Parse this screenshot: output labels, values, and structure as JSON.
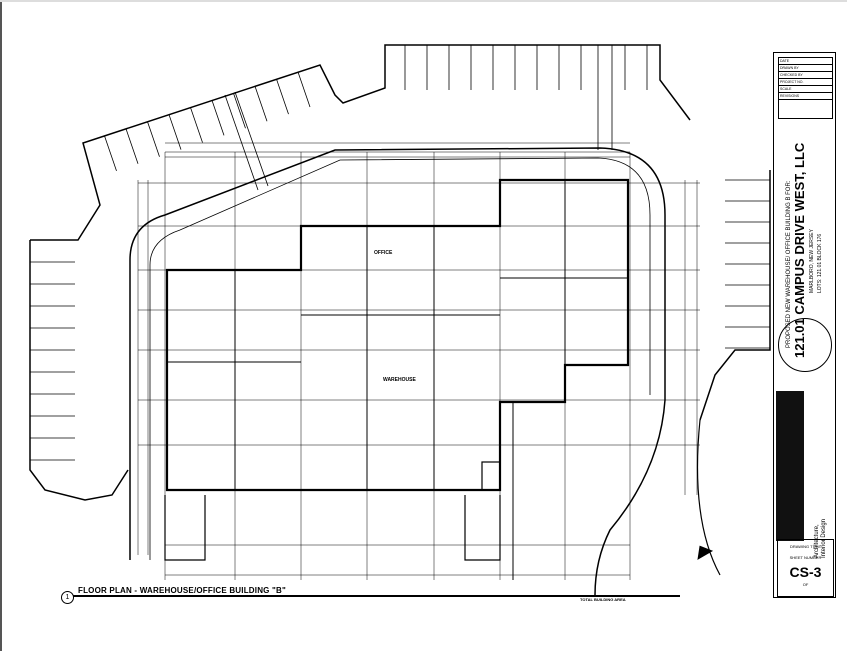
{
  "drawing": {
    "title": "FLOOR PLAN - WAREHOUSE/OFFICE BUILDING \"B\"",
    "detail_number": "1",
    "area_label": "TOTAL BUILDING AREA",
    "rooms": {
      "office": "OFFICE",
      "warehouse": "WAREHOUSE"
    },
    "north_arrow": "N"
  },
  "title_block": {
    "info_rows": [
      "DATE",
      "DRAWN BY",
      "CHECKED BY",
      "PROJECT NO.",
      "SCALE",
      "REVISIONS"
    ],
    "project_line": "PROPOSED NEW WAREHOUSE/ OFFICE BUILDING B FOR:",
    "client": "121.01 CAMPUS DRIVE WEST, LLC",
    "location": "MARLBORO, NEW JERSEY",
    "lots": "LOTS: 121.01    BLOCK 176",
    "firm_line1": "Architecture,",
    "firm_line2": "Interior Design",
    "drawing_title_label": "DRAWING TITLE",
    "sheet_number_label": "SHEET NUMBER",
    "sheet_number": "CS-3",
    "of_label": "OF"
  }
}
